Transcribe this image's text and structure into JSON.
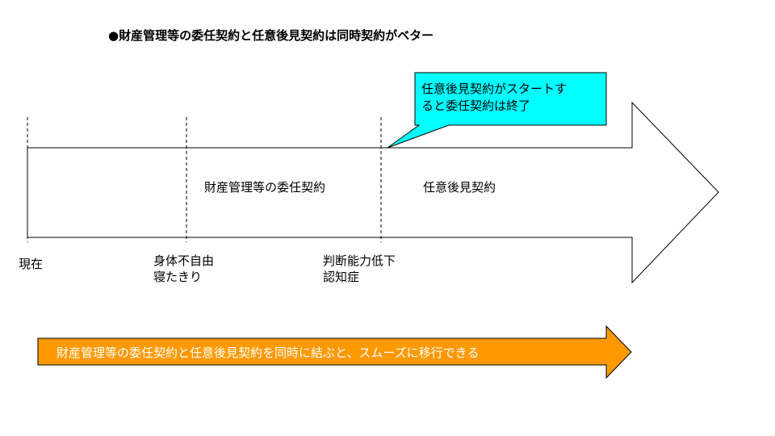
{
  "title": "●財産管理等の委任契約と任意後見契約は同時契約がベター",
  "callout": {
    "line1": "任意後見契約がスタートす",
    "line2": "ると委任契約は終了",
    "fill": "#00FFFF"
  },
  "timeline": {
    "segment_labels": [
      "財産管理等の委任契約",
      "任意後見契約"
    ],
    "milestones": [
      {
        "lines": [
          "現在"
        ]
      },
      {
        "lines": [
          "身体不自由",
          "寝たきり"
        ]
      },
      {
        "lines": [
          "判断能力低下",
          "認知症"
        ]
      }
    ]
  },
  "bottom_arrow": {
    "text": "財産管理等の委任契約と任意後見契約を同時に結ぶと、スムーズに移行できる",
    "fill": "#FF9900"
  }
}
